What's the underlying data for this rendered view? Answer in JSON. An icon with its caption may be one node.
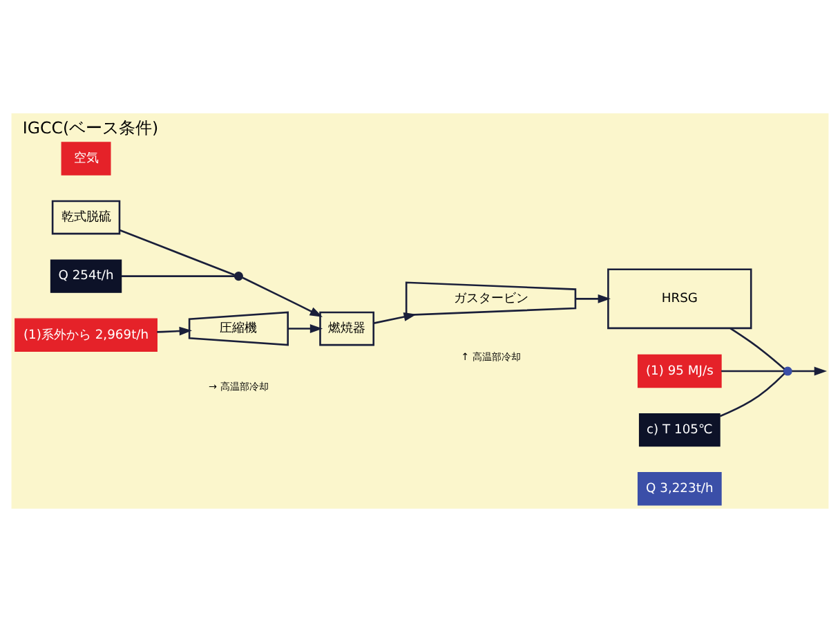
{
  "diagram": {
    "title": "IGCC(ベース条件)",
    "nodes": [
      {
        "text": [
          "乾式脱硫"
        ]
      },
      {
        "text": [
          "Q 254t/h"
        ]
      },
      {
        "text": [],
        "shape": "circle"
      },
      {
        "text": [
          "燃焼器"
        ]
      },
      {
        "text": [
          "圧縮機"
        ]
      },
      {
        "text": [
          "ガスタービン"
        ]
      },
      {
        "text": [
          "HRSG"
        ]
      },
      {
        "text": [
          "空気"
        ]
      },
      {
        "text": [
          "(1)系外から 2,969t/h"
        ]
      },
      {
        "text": [],
        "shape": "circle"
      },
      {
        "text": [
          "(1) 95 MJ/s"
        ]
      },
      {
        "text": [
          "c) T 105℃"
        ]
      },
      {
        "text": [
          "Q 3,223t/h"
        ]
      }
    ],
    "edges": [
      {
        "from": 0,
        "to": 2,
        "arrow": "none"
      },
      {
        "from": 2,
        "to": 3,
        "arrow": "to"
      },
      {
        "from": 1,
        "to": 2,
        "arrow": "none"
      },
      {
        "from": 4,
        "to": 3,
        "arrow": "to"
      },
      {
        "from": 3,
        "to": 5,
        "arrow": "to"
      },
      {
        "from": 5,
        "to": 6,
        "arrow": "to"
      },
      {
        "from": 8,
        "to": 4,
        "arrow": "to"
      },
      {
        "from": 6,
        "to": 9,
        "arrow": "none"
      },
      {
        "from": 9,
        "to": null,
        "arrow": "to"
      },
      {
        "from": 10,
        "to": 9,
        "arrow": "none"
      },
      {
        "from": 11,
        "to": 9,
        "arrow": "none"
      }
    ],
    "labels": [
      "→ 高温部冷却",
      "↑ 高温部冷却"
    ]
  }
}
